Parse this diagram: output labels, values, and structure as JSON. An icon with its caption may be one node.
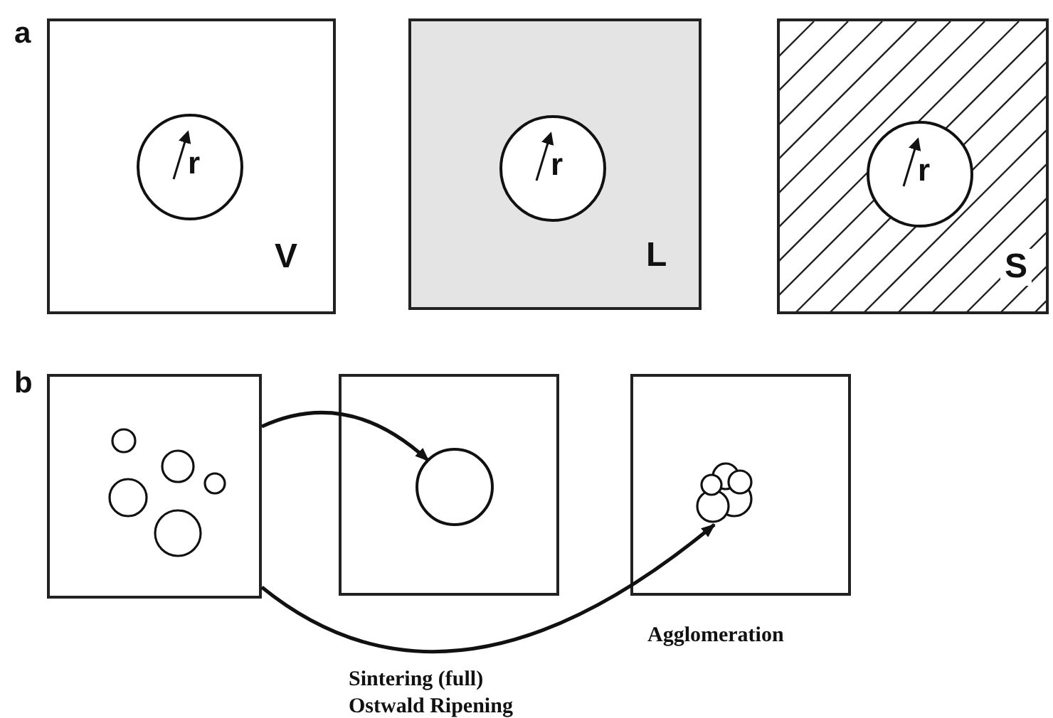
{
  "diagram": {
    "nodes": [
      {
        "text": [
          "V"
        ]
      },
      {
        "text": [
          "r"
        ],
        "in": 0
      },
      {
        "text": [
          "L"
        ]
      },
      {
        "text": [
          "r"
        ]
      },
      {
        "text": [
          "S"
        ]
      },
      {
        "text": [
          "r"
        ],
        "in": 4
      },
      {
        "text": [],
        "shape": "box"
      },
      {
        "text": [],
        "shape": "box",
        "beside": [
          "Sintering (full) Ostwald Ripening"
        ]
      },
      {
        "text": [],
        "shape": "box",
        "beside": [
          "Agglomeration"
        ]
      },
      {
        "text": [],
        "shape": "circle",
        "in": 7
      },
      {
        "text": [],
        "shape": "picture",
        "in": 8
      }
    ],
    "edges": [
      {
        "from": 6,
        "to": 9,
        "arrow": "to"
      },
      {
        "from": 6,
        "to": 10,
        "arrow": "to"
      }
    ],
    "labels": [
      "a",
      "b"
    ]
  }
}
